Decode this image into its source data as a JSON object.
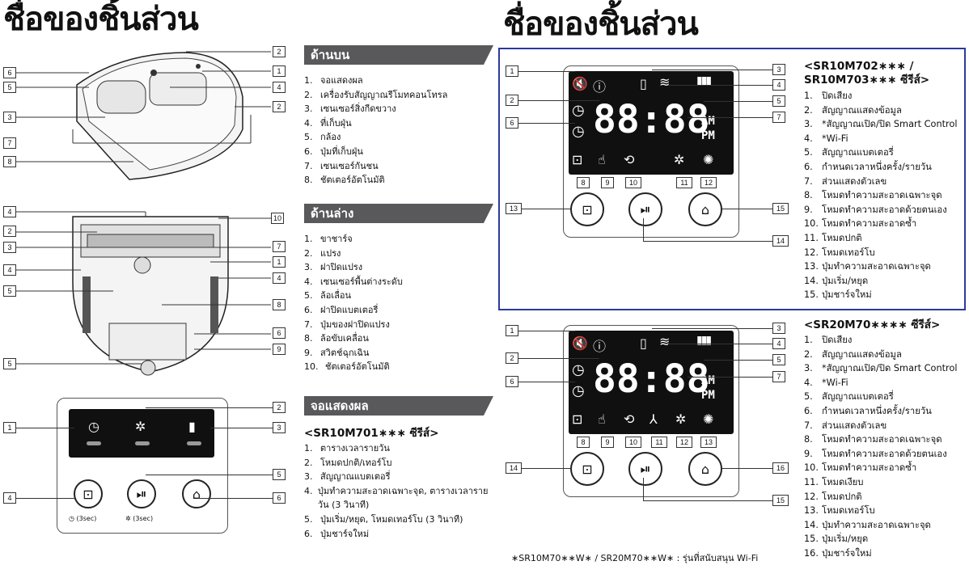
{
  "left": {
    "title": "ชื่อของชิ้นส่วน",
    "top": {
      "heading": "ด้านบน",
      "items": [
        "จอแสดงผล",
        "เครื่องรับสัญญาณรีโมทคอนโทรล",
        "เซนเซอร์สิ่งกีดขวาง",
        "ที่เก็บฝุ่น",
        "กล้อง",
        "ปุ่มที่เก็บฝุ่น",
        "เซนเซอร์กันชน",
        "ชัตเตอร์อัตโนมัติ"
      ]
    },
    "bottom": {
      "heading": "ด้านล่าง",
      "items": [
        "ขาชาร์จ",
        "แปรง",
        "ฝาปิดแปรง",
        "เซนเซอร์พื้นต่างระดับ",
        "ล้อเลื่อน",
        "ฝาปิดแบตเตอรี่",
        "ปุ่มของฝาปิดแปรง",
        "ล้อขับเคลื่อน",
        "สวิตช์ฉุกเฉิน",
        "ชัตเตอร์อัตโนมัติ"
      ]
    },
    "display": {
      "heading": "จอแสดงผล",
      "model": "<SR10M701∗∗∗ ซีรีส์>",
      "items": [
        "ตารางเวลารายวัน",
        "โหมดปกติ/เทอร์โบ",
        "สัญญาณแบตเตอรี่",
        "ปุ่มทำความสะอาดเฉพาะจุด, ตารางเวลารายวัน (3 วินาที)",
        "ปุ่มเริ่ม/หยุด, โหมดเทอร์โบ (3 วินาที)",
        "ปุ่มชาร์จใหม่"
      ],
      "sub1": "(3sec)",
      "sub2": "(3sec)"
    },
    "callouts_top": [
      "2",
      "1",
      "6",
      "4",
      "5",
      "3",
      "2",
      "7",
      "8"
    ],
    "callouts_bottom": [
      "4",
      "10",
      "2",
      "3",
      "7",
      "1",
      "4",
      "4",
      "5",
      "8",
      "6",
      "9",
      "5"
    ],
    "callouts_display": [
      "2",
      "1",
      "3",
      "5",
      "4",
      "6"
    ]
  },
  "right": {
    "title": "ชื่อของชิ้นส่วน",
    "lcd_digits": "88:88",
    "am": "AM",
    "pm": "PM",
    "upper": {
      "model_line1": "<SR10M702∗∗∗ /",
      "model_line2": "SR10M703∗∗∗ ซีรีส์>",
      "items": [
        "ปิดเสียง",
        "สัญญาณแสดงข้อมูล",
        "*สัญญาณเปิด/ปิด Smart Control",
        "*Wi-Fi",
        "สัญญาณแบตเตอรี่",
        "กำหนดเวลาหนึ่งครั้ง/รายวัน",
        "ส่วนแสดงตัวเลข",
        "โหมดทำความสะอาดเฉพาะจุด",
        "โหมดทำความสะอาดด้วยตนเอง",
        "โหมดทำความสะอาดซ้ำ",
        "โหมดปกติ",
        "โหมดเทอร์โบ",
        "ปุ่มทำความสะอาดเฉพาะจุด",
        "ปุ่มเริ่ม/หยุด",
        "ปุ่มชาร์จใหม่"
      ],
      "callouts": [
        "1",
        "3",
        "4",
        "2",
        "5",
        "6",
        "7",
        "8",
        "9",
        "10",
        "11",
        "12",
        "13",
        "15",
        "14"
      ]
    },
    "lower": {
      "model": "<SR20M70∗∗∗∗ ซีรีส์>",
      "items": [
        "ปิดเสียง",
        "สัญญาณแสดงข้อมูล",
        "*สัญญาณเปิด/ปิด Smart Control",
        "*Wi-Fi",
        "สัญญาณแบตเตอรี่",
        "กำหนดเวลาหนึ่งครั้ง/รายวัน",
        "ส่วนแสดงตัวเลข",
        "โหมดทำความสะอาดเฉพาะจุด",
        "โหมดทำความสะอาดด้วยตนเอง",
        "โหมดทำความสะอาดซ้ำ",
        "โหมดเงียบ",
        "โหมดปกติ",
        "โหมดเทอร์โบ",
        "ปุ่มทำความสะอาดเฉพาะจุด",
        "ปุ่มเริ่ม/หยุด",
        "ปุ่มชาร์จใหม่"
      ],
      "callouts": [
        "1",
        "3",
        "4",
        "2",
        "5",
        "6",
        "7",
        "8",
        "9",
        "10",
        "11",
        "12",
        "13",
        "14",
        "16",
        "15"
      ]
    },
    "footnote": "∗SR10M70∗∗W∗ / SR20M70∗∗W∗ : รุ่นที่สนับสนุน Wi-Fi"
  },
  "colors": {
    "section_bar": "#59595b",
    "highlight_border": "#2b3a9a",
    "lcd": "#101010"
  }
}
